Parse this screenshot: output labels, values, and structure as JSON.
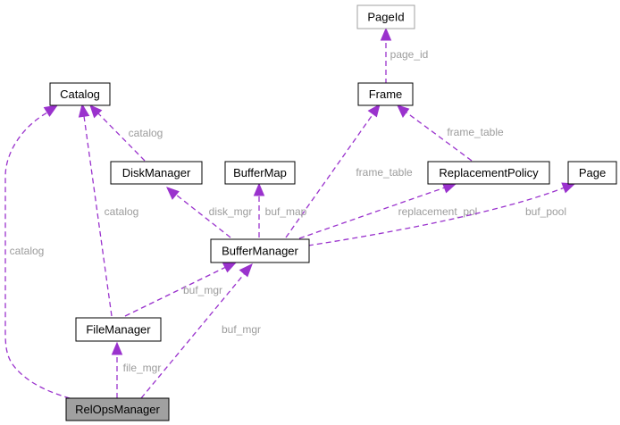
{
  "nodes": {
    "pageid": "PageId",
    "catalog": "Catalog",
    "frame": "Frame",
    "diskmanager": "DiskManager",
    "buffermap": "BufferMap",
    "replacementpolicy": "ReplacementPolicy",
    "page": "Page",
    "buffermanager": "BufferManager",
    "filemanager": "FileManager",
    "relopsmanager": "RelOpsManager"
  },
  "edges": {
    "page_id": "page_id",
    "frame_table_rp": "frame_table",
    "catalog_disk": "catalog",
    "catalog_file": "catalog",
    "catalog_relops": "catalog",
    "frame_table_bm": "frame_table",
    "disk_mgr": "disk_mgr",
    "buf_map": "buf_map",
    "replacement_pol": "replacement_pol",
    "buf_pool": "buf_pool",
    "buf_mgr_file": "buf_mgr",
    "buf_mgr_relops": "buf_mgr",
    "file_mgr": "file_mgr"
  },
  "colors": {
    "edge": "#9a32cd",
    "label": "#9c9c9c",
    "highlight_fill": "#a0a0a0"
  }
}
